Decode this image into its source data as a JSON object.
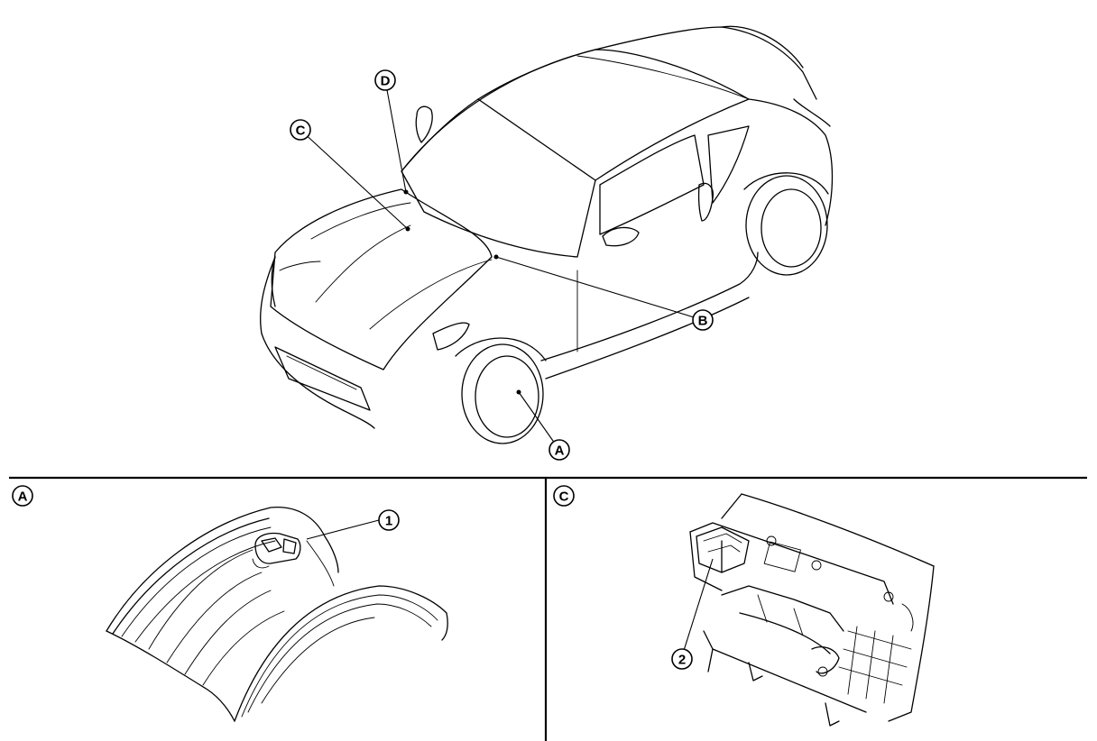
{
  "callouts": {
    "a": "A",
    "b": "B",
    "c": "C",
    "d": "D",
    "one": "1",
    "two": "2"
  },
  "panels": {
    "left_label": "A",
    "right_label": "C"
  }
}
